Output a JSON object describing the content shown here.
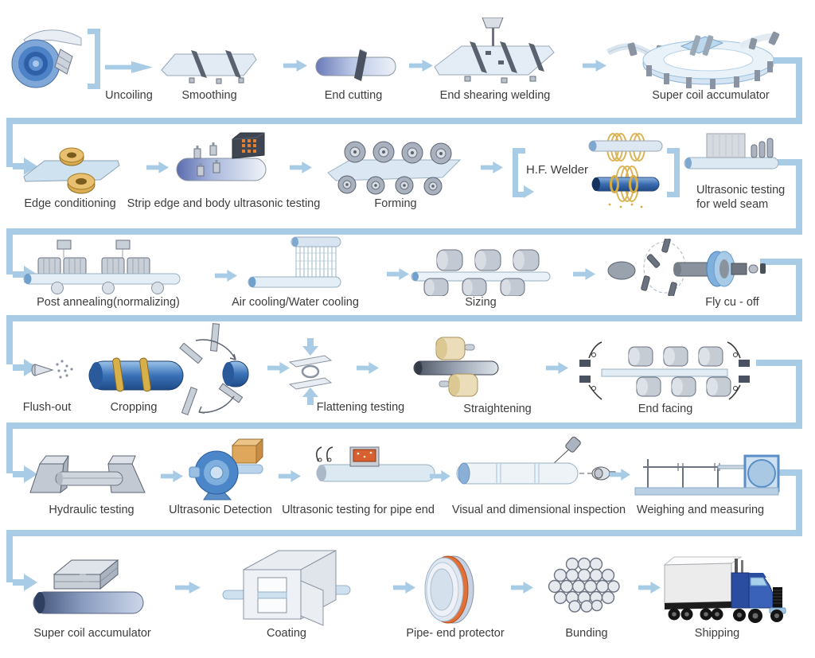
{
  "diagram": {
    "type": "process-flow",
    "subject": "Steel pipe production line process",
    "colors": {
      "accent": "#a9cce6",
      "text": "#3c3c3c"
    },
    "rows": [
      {
        "steps": [
          {
            "label": "Uncoiling",
            "icon": "coil-icon"
          },
          {
            "label": "Smoothing",
            "icon": "smoothing-rollers-icon"
          },
          {
            "label": "End cutting",
            "icon": "cutting-blade-icon"
          },
          {
            "label": "End shearing welding",
            "icon": "shear-welder-icon"
          },
          {
            "label": "Super coil accumulator",
            "icon": "coil-accumulator-icon"
          }
        ]
      },
      {
        "steps": [
          {
            "label": "Edge conditioning",
            "icon": "edge-mill-icon"
          },
          {
            "label": "Strip edge and body ultrasonic testing",
            "icon": "strip-ultrasonic-icon"
          },
          {
            "label": "Forming",
            "icon": "forming-rolls-icon"
          },
          {
            "label": "H.F. Welder",
            "icon": "induction-coil-icon"
          },
          {
            "label": "Ultrasonic testing for weld seam",
            "icon": "weld-seam-tester-icon"
          }
        ]
      },
      {
        "steps": [
          {
            "label": "Post annealing(normalizing)",
            "icon": "annealing-coils-icon"
          },
          {
            "label": "Air cooling/Water cooling",
            "icon": "cooling-curtain-icon"
          },
          {
            "label": "Sizing",
            "icon": "sizing-rolls-icon"
          },
          {
            "label": "Fly cu - off",
            "icon": "fly-cutoff-icon"
          }
        ]
      },
      {
        "steps": [
          {
            "label": "Flush-out",
            "icon": "flush-nozzle-icon"
          },
          {
            "label": "Cropping",
            "icon": "cropping-blades-icon"
          },
          {
            "label": "Flattening testing",
            "icon": "flattening-press-icon"
          },
          {
            "label": "Straightening",
            "icon": "straightening-rolls-icon"
          },
          {
            "label": "End facing",
            "icon": "end-facing-icon"
          }
        ]
      },
      {
        "steps": [
          {
            "label": "Hydraulic testing",
            "icon": "hydraulic-bench-icon"
          },
          {
            "label": "Ultrasonic Detection",
            "icon": "ultrasonic-pump-icon"
          },
          {
            "label": "Ultrasonic testing for pipe end",
            "icon": "pipe-end-tester-icon"
          },
          {
            "label": "Visual and dimensional inspection",
            "icon": "inspection-icon"
          },
          {
            "label": "Weighing and measuring",
            "icon": "weighbridge-icon"
          }
        ]
      },
      {
        "steps": [
          {
            "label": "Super coil accumulator",
            "icon": "pipe-accumulator-icon"
          },
          {
            "label": "Coating",
            "icon": "coating-chamber-icon"
          },
          {
            "label": "Pipe- end protector",
            "icon": "end-protector-icon"
          },
          {
            "label": "Bunding",
            "icon": "pipe-bundle-icon"
          },
          {
            "label": "Shipping",
            "icon": "truck-icon"
          }
        ]
      }
    ]
  }
}
